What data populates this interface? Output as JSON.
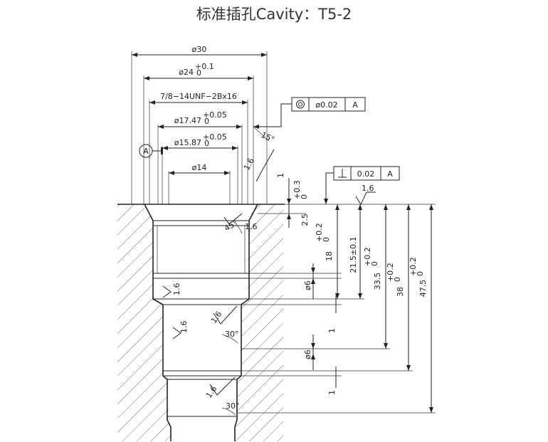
{
  "title": "标准插孔Cavity：T5-2",
  "dims": {
    "d30": "ø30",
    "d24": "ø24",
    "d24_tol_up": "+0.1",
    "d24_tol_low": "0",
    "thread": "7/8−14UNF−2Bx16",
    "d1747": "ø17.47",
    "d1747_tol_up": "+0.05",
    "d1747_tol_low": "0",
    "d1587": "ø15.87",
    "d1587_tol_up": "+0.05",
    "d1587_tol_low": "0",
    "d14": "ø14",
    "depth_2_5": "2.5",
    "depth_2_5_tol_up": "+0.3",
    "depth_2_5_tol_low": "0",
    "depth_18": "18",
    "depth_18_tol_up": "+0.2",
    "depth_18_tol_low": "0",
    "depth_21_5": "21.5±0.1",
    "depth_33_5": "33.5",
    "depth_33_5_tol_up": "+0.2",
    "depth_33_5_tol_low": "0",
    "depth_38": "38",
    "depth_38_tol_up": "+0.2",
    "depth_38_tol_low": "0",
    "depth_47_5": "47.5",
    "depth_47_5_tol_up": "+0.2",
    "depth_47_5_tol_low": "0",
    "width_1_a": "1",
    "width_1_b": "1",
    "width_1_c": "1",
    "d6_a": "ø6",
    "d6_b": "ø6"
  },
  "tolerances": {
    "concentricity_value": "ø0.02",
    "concentricity_datum": "A",
    "perpendicularity_value": "0.02",
    "perpendicularity_datum": "A",
    "datum_label": "A"
  },
  "roughness": {
    "r1": "1.6",
    "r2": "1.6",
    "r3": "1.6",
    "r4": "1.6",
    "r5": "1.6",
    "r6": "1.6",
    "r7": "1.6"
  },
  "angles": {
    "a15": "15°",
    "a45": "45°",
    "a30_a": "30°",
    "a30_b": "30°"
  }
}
